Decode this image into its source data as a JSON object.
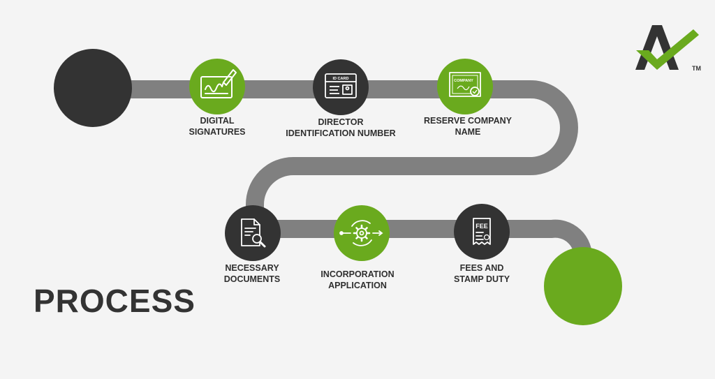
{
  "title": "PROCESS",
  "logo": {
    "mark": "TM"
  },
  "colors": {
    "green": "#6aaa1e",
    "dark": "#333333",
    "road": "#808080",
    "background": "#f4f4f4",
    "text": "#2f2f2f"
  },
  "steps": [
    {
      "id": "digital-signatures",
      "icon": "signature-pen-icon",
      "color": "green",
      "line1": "DIGITAL",
      "line2": "SIGNATURES"
    },
    {
      "id": "director-identification-number",
      "icon": "id-card-icon",
      "color": "dark",
      "line1": "DIRECTOR",
      "line2": "IDENTIFICATION NUMBER",
      "icon_text": "ID CARD"
    },
    {
      "id": "reserve-company-name",
      "icon": "certificate-icon",
      "color": "green",
      "line1": "RESERVE COMPANY",
      "line2": "NAME",
      "icon_text": "COMPANY"
    },
    {
      "id": "necessary-documents",
      "icon": "document-search-icon",
      "color": "dark",
      "line1": "NECESSARY",
      "line2": "DOCUMENTS"
    },
    {
      "id": "incorporation-application",
      "icon": "gear-process-icon",
      "color": "green",
      "line1": "INCORPORATION",
      "line2": "APPLICATION"
    },
    {
      "id": "fees-and-stamp-duty",
      "icon": "fee-receipt-icon",
      "color": "dark",
      "line1": "FEES AND",
      "line2": "STAMP DUTY",
      "icon_text": "FEE"
    }
  ]
}
